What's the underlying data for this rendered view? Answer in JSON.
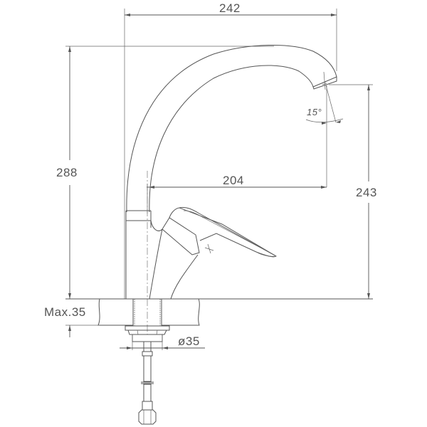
{
  "drawing": {
    "subject": "Kitchen faucet technical drawing",
    "line_color": "#555555",
    "background": "#ffffff"
  },
  "dimensions": {
    "overall_reach": "242",
    "overall_height": "288",
    "spout_reach": "204",
    "spout_height": "243",
    "spout_angle": "15°",
    "max_counter_thickness": "Max.35",
    "mounting_hole_diameter": "ø35"
  }
}
